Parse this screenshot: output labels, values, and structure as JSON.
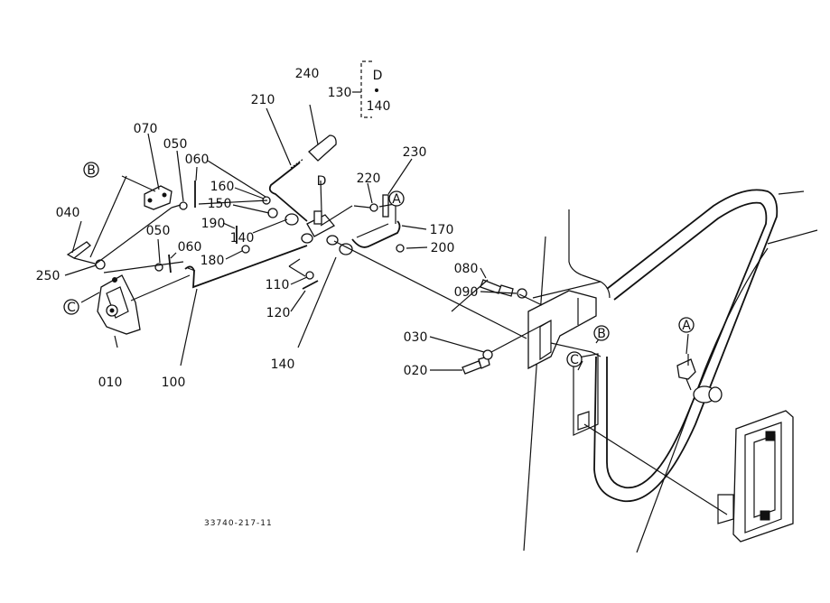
{
  "diagram": {
    "drawing_number": "33740-217-11",
    "part_labels": {
      "p240": "240",
      "p210": "210",
      "p130": "130",
      "p140_ref": "140",
      "p070": "070",
      "p050_top": "050",
      "p060_top": "060",
      "p160": "160",
      "p150": "150",
      "p190": "190",
      "p140_a": "140",
      "p220": "220",
      "p230": "230",
      "p170": "170",
      "p200": "200",
      "p040": "040",
      "p050_mid": "050",
      "p060_mid": "060",
      "p180": "180",
      "p250": "250",
      "p110": "110",
      "p120": "120",
      "p010": "010",
      "p100": "100",
      "p140_b": "140",
      "p080": "080",
      "p090": "090",
      "p030": "030",
      "p020": "020"
    },
    "reference_marks": {
      "D_top": "D",
      "D_mid": "D",
      "B_left": "B",
      "A_mid": "A",
      "C_left": "C",
      "B_door": "B",
      "C_door": "C",
      "A_right": "A"
    }
  }
}
